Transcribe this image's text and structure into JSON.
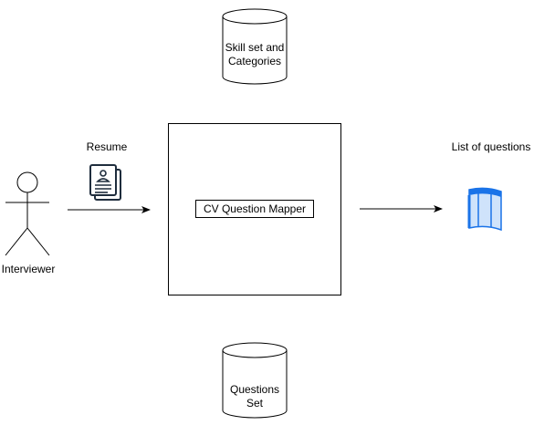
{
  "diagram": {
    "actor": {
      "label": "Interviewer",
      "icon": "stick-figure-icon"
    },
    "resume": {
      "label": "Resume",
      "icon": "resume-document-icon"
    },
    "mapper": {
      "label": "CV Question Mapper"
    },
    "skills_db": {
      "label_line1": "Skill set and",
      "label_line2": "Categories",
      "icon": "database-cylinder-icon"
    },
    "questions_db": {
      "label_line1": "Questions",
      "label_line2": "Set",
      "icon": "database-cylinder-icon"
    },
    "output": {
      "label": "List of questions",
      "icon": "table-list-icon"
    },
    "colors": {
      "stroke": "#000000",
      "table_blue": "#1a73e8",
      "table_light": "#cfe3fb"
    }
  }
}
